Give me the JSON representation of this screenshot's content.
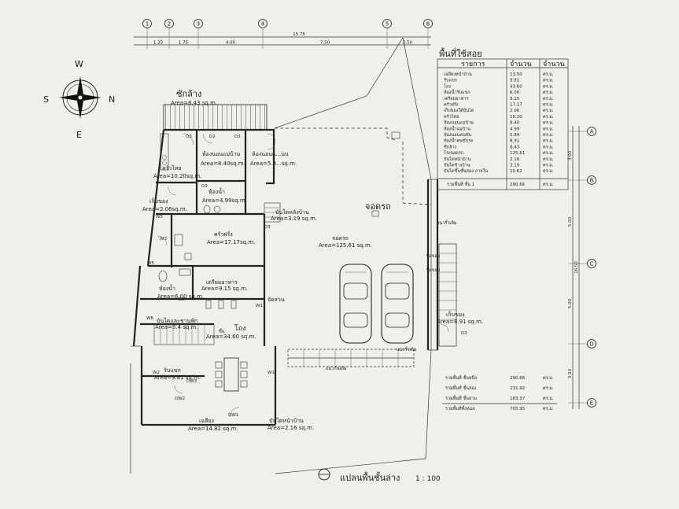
{
  "compass": {
    "north": "N",
    "south": "S",
    "east": "E",
    "west": "W"
  },
  "grid_top": {
    "bubbles": [
      "1",
      "2",
      "3",
      "4",
      "5",
      "6"
    ],
    "dimensions": [
      "1.35",
      "1.75",
      "4.00",
      "7.50",
      "2.50"
    ],
    "total": "15.75"
  },
  "grid_right": {
    "bubbles": [
      "A",
      "B",
      "C",
      "D",
      "E"
    ],
    "dimensions": [
      "3.00",
      "5.00",
      "5.00",
      "3.50"
    ],
    "total": "16.50"
  },
  "rooms": {
    "deck": {
      "name": "ซักล้าง",
      "area": "Area=8.43 sq.m."
    },
    "master_bed": {
      "name": "ห้องนอนแม่บ้าน",
      "area": "Area=8.40sq.m."
    },
    "bed2": {
      "name": "ห้องนอนแ...นบ",
      "area": "Area=5.8...sq.m."
    },
    "thai_kitchen": {
      "name": "ครัวไทย",
      "area": "Area=10.20sq.m."
    },
    "bath1": {
      "name": "ห้องน้ำ",
      "area": "Area=4.99sq.m."
    },
    "storage1": {
      "name": "เก็บของ",
      "area": "Area=2.06sq.m."
    },
    "stair_back": {
      "name": "บันไดหลังบ้าน",
      "area": "Area=3.19 sq.m."
    },
    "pantry": {
      "name": "ครัวฝรั่ง",
      "area": "Area=17.17sq.m."
    },
    "prep": {
      "name": "เตรียมอาหาร",
      "area": "Area=9.15 sq.m."
    },
    "bath2": {
      "name": "ห้องน้ำ",
      "area": "Area=6.00 sq.m."
    },
    "stair_main": {
      "name": "บันไดและชานพัก",
      "area": "Area=5.4 sq.m."
    },
    "hall": {
      "name": "โถง",
      "area": "Area=34.60 sq.m."
    },
    "living": {
      "name": "รับแขก",
      "area": "Area=9.81 sq.m."
    },
    "terrace": {
      "name": "เฉลียง",
      "area": "Area=14.82 sq.m."
    },
    "front_stair": {
      "name": "บันไดหน้าบ้าน",
      "area": "Area=2.16 sq.m."
    },
    "garage": {
      "name": "จอดรถ",
      "area": "Area=125.61 sq.m."
    },
    "storage2": {
      "name": "เก็บของ",
      "area": "Area=8.91 sq.m."
    }
  },
  "labels": {
    "parking_big": "จอดรถ",
    "garden": "จัดสวน",
    "fence_line": "แนวรั้วเดิม",
    "fence_line2": "แนวรั้วเดิม",
    "post_line": "แนวกันเดิม",
    "rim1": "ริมขอบ",
    "rim2": "ริมขอบ",
    "main_stair_tag": "ขึ้น"
  },
  "door_tags": [
    "D3",
    "D2",
    "D3",
    "D3",
    "D3",
    "D3",
    "W5",
    "W3",
    "W6",
    "W1",
    "W1",
    "W2",
    "DW3",
    "DW2",
    "DW1",
    "D3",
    "W5"
  ],
  "area_table": {
    "title": "พื้นที่ใช้สอย",
    "headers": [
      "รายการ",
      "จำนวน",
      "จำนวน"
    ],
    "rows": [
      [
        "เฉลียงหน้าบ้าน",
        "13.50",
        "ตร.ม."
      ],
      [
        "รับแขก",
        "9.81",
        "ตร.ม."
      ],
      [
        "โถง",
        "43.60",
        "ตร.ม."
      ],
      [
        "ห้องน้ำรับแขก",
        "6.00",
        "ตร.ม."
      ],
      [
        "เตรียมอาหาร",
        "9.15",
        "ตร.ม."
      ],
      [
        "ครัวฝรั่ง",
        "17.17",
        "ตร.ม."
      ],
      [
        "เก็บของใต้บันได",
        "2.06",
        "ตร.ม."
      ],
      [
        "ครัวไทย",
        "10.20",
        "ตร.ม."
      ],
      [
        "ห้องนอนแม่บ้าน",
        "8.40",
        "ตร.ม."
      ],
      [
        "ห้องน้ำแม่บ้าน",
        "4.99",
        "ตร.ม."
      ],
      [
        "ห้องนอนคนขับ",
        "5.89",
        "ตร.ม."
      ],
      [
        "ห้องน้ำคนขับรถ",
        "8.91",
        "ตร.ม."
      ],
      [
        "ซักล้าง",
        "8.43",
        "ตร.ม."
      ],
      [
        "โรงจอดรถ",
        "125.61",
        "ตร.ม."
      ],
      [
        "บันไดหน้าบ้าน",
        "2.16",
        "ตร.ม."
      ],
      [
        "บันไดข้างบ้าน",
        "3.19",
        "ตร.ม."
      ],
      [
        "บันไดขึ้นชั้นสอง ภายใน",
        "10.62",
        "ตร.ม."
      ]
    ],
    "total_label": "รวมพื้นที่ ชั้น 1",
    "total_value": "290.66",
    "total_unit": "ตร.ม."
  },
  "summary_table": {
    "rows": [
      [
        "รวมพื้นที่ ชั้นหนึ่ง",
        "290.66",
        "ตร.ม."
      ],
      [
        "รวมพื้นที่ ชั้นสอง",
        "231.92",
        "ตร.ม."
      ],
      [
        "รวมพื้นที่ ชั้นสาม",
        "183.37",
        "ตร.ม."
      ],
      [
        "รวมพื้นที่ทั้งหมด",
        "705.95",
        "ตร.ม."
      ]
    ]
  },
  "title": {
    "text": "แปลนพื้นชั้นล่าง",
    "scale": "1 : 100"
  }
}
